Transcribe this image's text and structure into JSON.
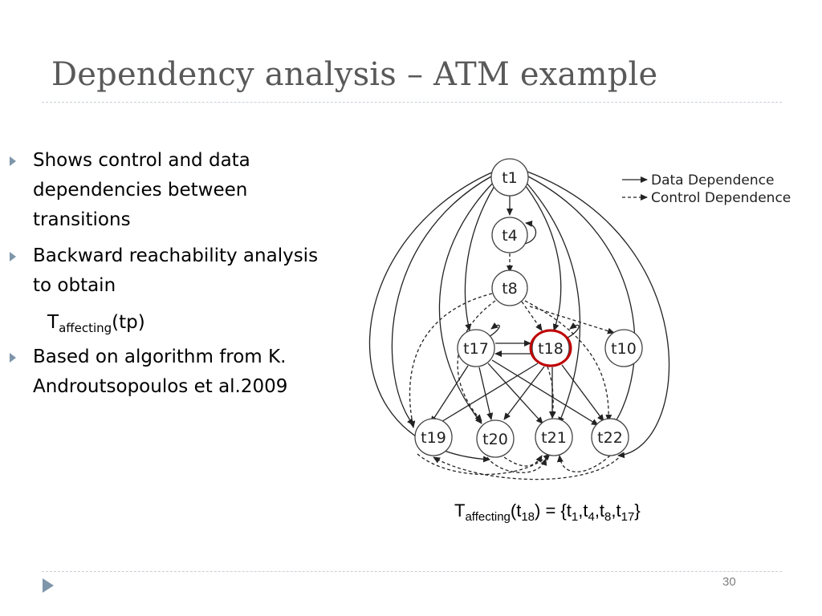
{
  "title": "Dependency analysis – ATM example",
  "bullets": [
    "Shows control and data dependencies between transitions",
    "Backward reachability analysis to obtain",
    "Based on algorithm from K. Androutsopoulos et al.2009"
  ],
  "subline": {
    "main": "T",
    "sub": "affecting",
    "arg": "(tp)"
  },
  "legend": {
    "data": "Data Dependence",
    "control": "Control Dependence"
  },
  "nodes": [
    "t1",
    "t4",
    "t8",
    "t17",
    "t18",
    "t10",
    "t19",
    "t20",
    "t21",
    "t22"
  ],
  "highlighted_node": "t18",
  "colors": {
    "title": "#595959",
    "highlight": "#c00000",
    "bullet_arrow": "#7e95aa"
  },
  "formula": {
    "T": "T",
    "sub_affecting": "affecting",
    "open": "(t",
    "arg_sub": "18",
    "eq": ") = {t",
    "s1": "1",
    "c1": ",t",
    "s4": "4",
    "c2": ",t",
    "s8": "8",
    "c3": ",t",
    "s17": "17",
    "close": "}"
  },
  "page_number": "30"
}
